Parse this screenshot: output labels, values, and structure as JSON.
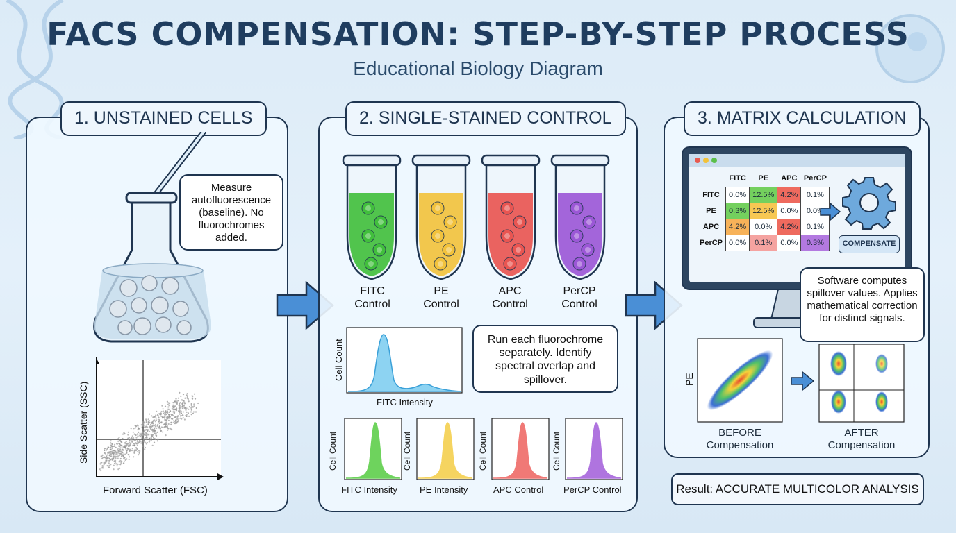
{
  "header": {
    "title": "FACS COMPENSATION: STEP-BY-STEP PROCESS",
    "subtitle": "Educational Biology Diagram"
  },
  "panel1": {
    "title": "1. UNSTAINED CELLS",
    "callout": "Measure autofluorescence (baseline). No fluorochromes added.",
    "plot": {
      "xlabel": "Forward Scatter (FSC)",
      "ylabel": "Side Scatter (SSC)"
    }
  },
  "panel2": {
    "title": "2. SINGLE-STAINED CONTROL",
    "tubes": [
      {
        "line1": "FITC",
        "line2": "Control",
        "color": "#3fbf3a"
      },
      {
        "line1": "PE",
        "line2": "Control",
        "color": "#f2c23a"
      },
      {
        "line1": "APC",
        "line2": "Control",
        "color": "#e9534f"
      },
      {
        "line1": "PerCP",
        "line2": "Control",
        "color": "#9a55d6"
      }
    ],
    "callout": "Run each fluorochrome separately. Identify spectral overlap and spillover.",
    "main_hist": {
      "xlabel": "FITC Intensity",
      "ylabel": "Cell Count",
      "color": "#6cc3ea"
    },
    "small_hists": [
      {
        "xlabel": "FITC Intensity",
        "ylabel": "Cell Count",
        "color": "#5fcf4c"
      },
      {
        "xlabel": "PE Intensity",
        "ylabel": "Cell Count",
        "color": "#f4d04f"
      },
      {
        "xlabel": "APC Control",
        "ylabel": "Cell Count",
        "color": "#ef6b68"
      },
      {
        "xlabel": "PerCP Control",
        "ylabel": "Cell Count",
        "color": "#a765dc"
      }
    ]
  },
  "panel3": {
    "title": "3. MATRIX CALCULATION",
    "matrix": {
      "columns": [
        "FITC",
        "PE",
        "APC",
        "PerCP"
      ],
      "rows": [
        {
          "label": "FITC",
          "values": [
            "0.0%",
            "12.5%",
            "4.2%",
            "0.1%"
          ],
          "colors": [
            "#ffffff",
            "#74d05e",
            "#ee6a5e",
            "#ffffff"
          ]
        },
        {
          "label": "PE",
          "values": [
            "0.3%",
            "12.5%",
            "0.0%",
            "0.0%"
          ],
          "colors": [
            "#74d05e",
            "#f7c853",
            "#ffffff",
            "#ffffff"
          ]
        },
        {
          "label": "APC",
          "values": [
            "4.2%",
            "0.0%",
            "4.2%",
            "0.1%"
          ],
          "colors": [
            "#f7b259",
            "#ffffff",
            "#ee6a5e",
            "#ffffff"
          ]
        },
        {
          "label": "PerCP",
          "values": [
            "0.0%",
            "0.1%",
            "0.0%",
            "0.3%"
          ],
          "colors": [
            "#ffffff",
            "#f5a3a0",
            "#ffffff",
            "#b379e0"
          ]
        }
      ]
    },
    "compensate_label": "COMPENSATE",
    "callout": "Software computes spillover values. Applies mathematical correction for distinct signals.",
    "before_label_1": "BEFORE",
    "before_label_2": "Compensation",
    "after_label_1": "AFTER",
    "after_label_2": "Compensation",
    "before_ylabel": "PE"
  },
  "result": "Result: ACCURATE MULTICOLOR ANALYSIS"
}
